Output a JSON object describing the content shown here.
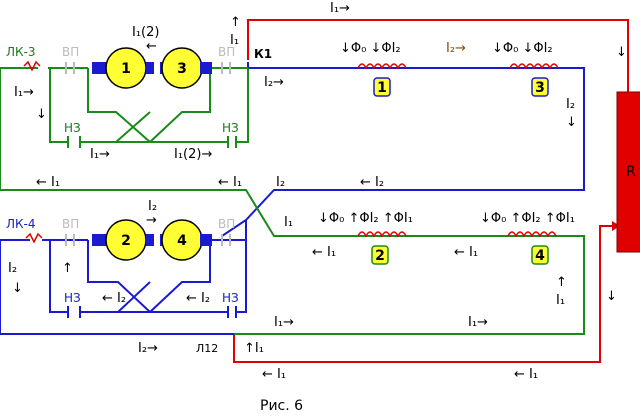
{
  "caption": "Рис. 6",
  "resistor_label": "R",
  "labels": {
    "lk3": "ЛК-3",
    "lk4": "ЛК-4",
    "vp": "ВП",
    "nz": "НЗ",
    "k1": "К1",
    "l12": "Л12"
  },
  "machines": {
    "m1": "1",
    "m3": "3",
    "m2": "2",
    "m4": "4"
  },
  "coils": {
    "c1": "1",
    "c3": "3",
    "c2": "2",
    "c4": "4"
  },
  "flux": {
    "c1": "↓Φ₀ ↓ΦI₂",
    "c3": "↓Φ₀ ↓ΦI₂",
    "c2": "↓Φ₀ ↑ΦI₂ ↑ΦI₁",
    "c4": "↓Φ₀ ↑ΦI₂ ↑ΦI₁"
  },
  "currents": {
    "top_red": "I₁→",
    "top_I12": "I₁(2)",
    "top_I12_arrow": "←",
    "k1_up_arrow": "↑",
    "k1_I1": "I₁",
    "k1_I2": "I₂→",
    "i2_brown": "I₂→",
    "right_blue_I2": "I₂",
    "right_blue_arrow": "↓",
    "right_red_arrow": "↓",
    "lk3_I1": "I₁→",
    "lk3_arrow": "↓",
    "loop_I1": "I₁→",
    "loop_I12": "I₁(2)→",
    "mid_I1_left": "← I₁",
    "mid_I1_center": "← I₁",
    "mid_I2": "← I₂",
    "cross_I2": "I₂",
    "cross_I1": "I₁",
    "bot_I2_top": "I₂",
    "bot_I2_top_arrow": "→",
    "lk4_I2": "I₂",
    "lk4_arrow_down": "↓",
    "lk4_arrow_up": "↑",
    "bot_loop_I2_left": "← I₂",
    "bot_loop_I2_right": "← I₂",
    "green_mid_I1_left": "← I₁",
    "green_mid_I1_right": "← I₁",
    "c4_I1": "I₁",
    "c4_arrow": "↑",
    "green_low_I1_left": "I₁→",
    "green_low_I1_right": "I₁→",
    "bottom_I2": "I₂→",
    "l12_I1": "↑I₁",
    "red_bot_I1_left": "← I₁",
    "red_bot_I1_right": "← I₁",
    "red_right_arrow": "↓"
  },
  "colors": {
    "red": "#e00000",
    "blue": "#1a1ad0",
    "green": "#1a8a1a",
    "gray": "#bbbbbb",
    "machine_fill": "#ffff33",
    "coil_fill": "#ffff33",
    "resistor_fill": "#e00000"
  }
}
